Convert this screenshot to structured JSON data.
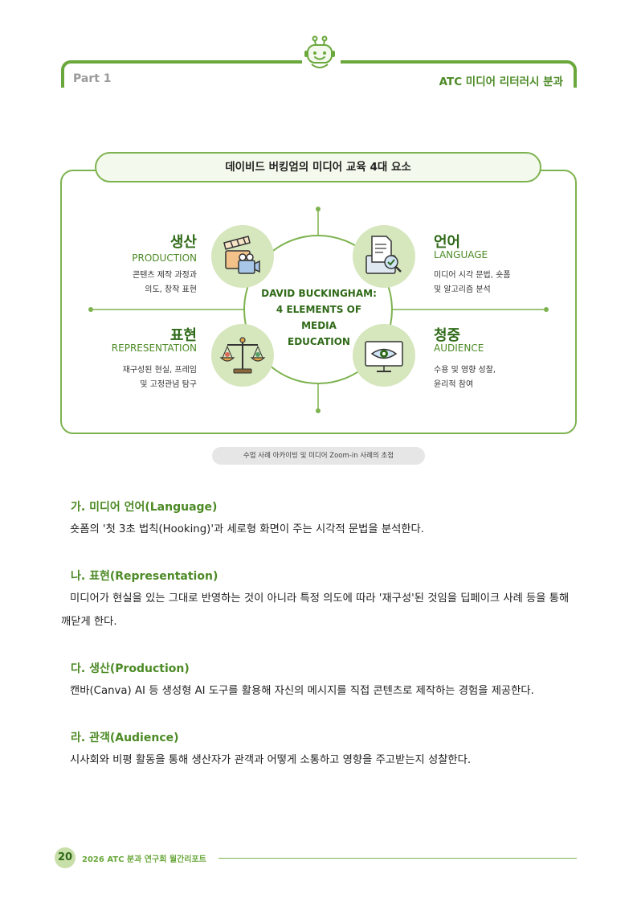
{
  "header": {
    "part": "Part 1",
    "section": "ATC 미디어 리터러시 분과"
  },
  "diagram": {
    "title": "데이비드 버킹엄의 미디어 교육 4대 요소",
    "center_lines": [
      "DAVID BUCKINGHAM:",
      "4 ELEMENTS OF",
      "MEDIA",
      "EDUCATION"
    ],
    "elements": {
      "production": {
        "title": "생산",
        "sub": "PRODUCTION",
        "desc1": "콘텐츠 제작 과정과",
        "desc2": "의도, 창작 표현"
      },
      "language": {
        "title": "언어",
        "sub": "LANGUAGE",
        "desc1": "미디어 시각 문법, 숏폼",
        "desc2": "및 알고리즘 분석"
      },
      "representation": {
        "title": "표현",
        "sub": "REPRESENTATION",
        "desc1": "재구성된 현실, 프레임",
        "desc2": "및 고정관념 탐구"
      },
      "audience": {
        "title": "청중",
        "sub": "AUDIENCE",
        "desc1": "수용 및 영향 성찰,",
        "desc2": "윤리적 참여"
      }
    },
    "caption": "수업 사례 아카이빙 및 미디어 Zoom-in 사례의 초점",
    "icons": [
      "clapperboard-camera-icon",
      "document-magnifier-icon",
      "balance-scale-icon",
      "monitor-eye-icon",
      "robot-mascot-icon"
    ],
    "colors": {
      "accent": "#6aa83c",
      "dark": "#2f6a18",
      "circle": "#d6e6bd"
    }
  },
  "sections": [
    {
      "heading": "가. 미디어 언어(Language)",
      "body": "숏폼의 '첫 3초 법칙(Hooking)'과 세로형 화면이 주는 시각적 문법을 분석한다."
    },
    {
      "heading": "나. 표현(Representation)",
      "body": "미디어가 현실을 있는 그대로 반영하는 것이 아니라 특정 의도에 따라 '재구성'된 것임을 딥페이크 사례 등을 통해 깨닫게 한다."
    },
    {
      "heading": "다. 생산(Production)",
      "body": "캔바(Canva) AI 등 생성형 AI 도구를 활용해 자신의 메시지를 직접 콘텐츠로 제작하는 경험을 제공한다."
    },
    {
      "heading": "라. 관객(Audience)",
      "body": "시사회와 비평 활동을 통해 생산자가 관객과 어떻게 소통하고 영향을 주고받는지 성찰한다."
    }
  ],
  "footer": {
    "page_number": "20",
    "title": "2026 ATC 분과 연구회 월간리포트"
  }
}
